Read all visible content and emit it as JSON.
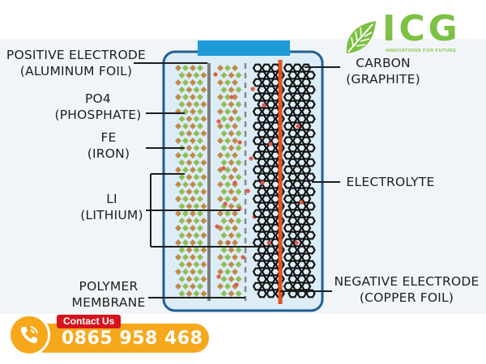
{
  "labels": {
    "positive_electrode": [
      "POSITIVE ELECTRODE",
      "(ALUMINUM FOIL)"
    ],
    "po4": [
      "PO4",
      "(PHOSPHATE)"
    ],
    "fe": [
      "FE",
      "(IRON)"
    ],
    "li": [
      "LI",
      "(LITHIUM)"
    ],
    "polymer_membrane": [
      "POLYMER",
      "MEMBRANE"
    ],
    "carbon": [
      "CARBON",
      "(GRAPHITE)"
    ],
    "electrolyte": [
      "ELECTROLYTE"
    ],
    "negative_electrode": [
      "NEGATIVE ELECTRODE",
      "(COPPER FOIL)"
    ]
  },
  "logo": {
    "text": "ICG",
    "tagline": "INNOVATIONS FOR FUTURE",
    "icon": "leaf-icon",
    "color": "#7cc143"
  },
  "contact": {
    "tag": "Contact Us",
    "phone": "0865 958 468",
    "icon": "phone-icon",
    "accent": "#f6a81c",
    "tag_color": "#d5151d"
  },
  "colors": {
    "electrolyte_fill": "#dcedf7",
    "cell_outline": "#1f5f95",
    "terminal": "#1e9bd7",
    "cathode_green": "#8fbd57",
    "cathode_brown": "#c18a47",
    "lithium_dot": "#e05a4a",
    "graphite": "#111111",
    "separator": "#888888",
    "copper_foil": "#e2531f"
  }
}
